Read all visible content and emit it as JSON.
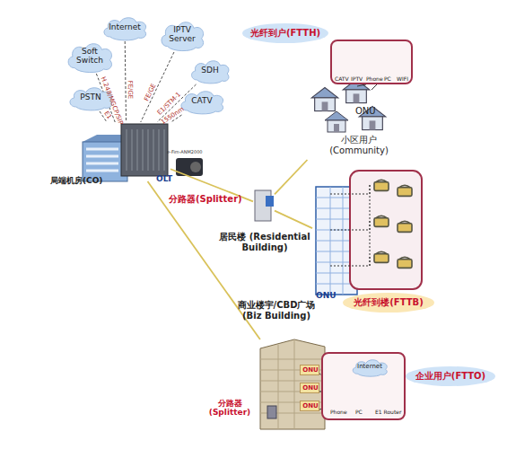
{
  "diagram": {
    "nodes": [
      {
        "text": [
          "Internet"
        ]
      },
      {
        "text": [
          "IPTV Server"
        ]
      },
      {
        "text": [
          "Soft Switch"
        ]
      },
      {
        "text": [
          "SDH"
        ]
      },
      {
        "text": [
          "PSTN"
        ]
      },
      {
        "text": [
          "CATV"
        ]
      },
      {
        "text": [
          "局端机房(CO)",
          "OLT"
        ]
      },
      {
        "text": [
          "分路器(Splitter)"
        ]
      },
      {
        "text": [
          "光纤到户(FTTH)"
        ]
      },
      {
        "text": [
          "CATV",
          "IPTV",
          "Phone",
          "PC",
          "WIFI"
        ]
      },
      {
        "text": [
          "ONU",
          "小区用户 (Community)"
        ]
      },
      {
        "text": [
          "居民楼 (Residential Building)",
          "ONU"
        ]
      },
      {
        "text": [
          "光纤到楼(FTTB)"
        ]
      },
      {
        "text": [
          "商业楼宇/CBD广场 (Biz Building)",
          "分路器 (Splitter)"
        ]
      },
      {
        "text": [
          "ONU"
        ],
        "in": 13
      },
      {
        "text": [
          "ONU"
        ],
        "in": 13
      },
      {
        "text": [
          "ONU"
        ],
        "in": 13
      },
      {
        "text": [
          "Phone",
          "PC",
          "E1 Router"
        ]
      },
      {
        "text": [
          "Internet"
        ],
        "in": 17
      },
      {
        "text": [
          "企业用户(FTTO)"
        ]
      }
    ],
    "edges": [
      {
        "from": 0,
        "to": 6,
        "label": "FE/GE",
        "arrow": "none"
      },
      {
        "from": 1,
        "to": 6,
        "label": "FE/GE",
        "arrow": "none"
      },
      {
        "from": 2,
        "to": 6,
        "label": "H.248/MGCP/SIP",
        "arrow": "none"
      },
      {
        "from": 3,
        "to": 6,
        "label": "E1/STM-1",
        "arrow": "none"
      },
      {
        "from": 4,
        "to": 6,
        "label": "E1",
        "arrow": "none"
      },
      {
        "from": 5,
        "to": 6,
        "label": "1550nm",
        "arrow": "none"
      },
      {
        "from": 6,
        "to": 7,
        "arrow": "none"
      },
      {
        "from": 7,
        "to": 10,
        "arrow": "none"
      },
      {
        "from": 7,
        "to": 11,
        "arrow": "none"
      },
      {
        "from": 6,
        "to": 13,
        "arrow": "none"
      }
    ],
    "labels": [
      "e-Fim-ANM2000"
    ]
  }
}
